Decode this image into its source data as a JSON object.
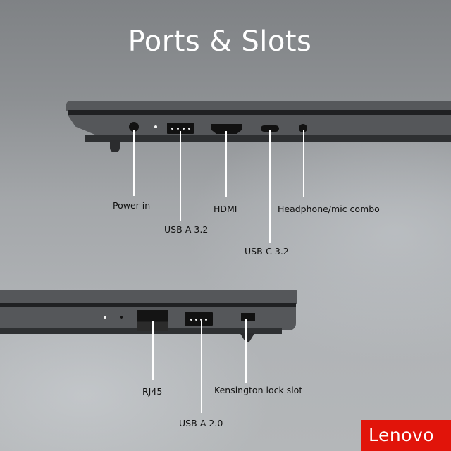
{
  "title": "Ports & Slots",
  "brand": {
    "name": "Lenovo",
    "color": "#e1140a"
  },
  "left_side": {
    "ports": [
      {
        "name": "Power in",
        "icon": "dc-power-jack"
      },
      {
        "name": "USB-A 3.2",
        "icon": "usb-a-port"
      },
      {
        "name": "HDMI",
        "icon": "hdmi-port"
      },
      {
        "name": "USB-C 3.2",
        "icon": "usb-c-port"
      },
      {
        "name": "Headphone/mic combo",
        "icon": "audio-jack"
      }
    ]
  },
  "right_side": {
    "ports": [
      {
        "name": "RJ45",
        "icon": "ethernet-port"
      },
      {
        "name": "USB-A 2.0",
        "icon": "usb-a-port"
      },
      {
        "name": "Kensington lock slot",
        "icon": "lock-slot"
      }
    ]
  },
  "colors": {
    "background_top": "#7f8285",
    "background_bottom": "#b4b7b9",
    "laptop_body": "#4c4e51",
    "leader_line": "#ffffff",
    "label_text": "#111111"
  }
}
